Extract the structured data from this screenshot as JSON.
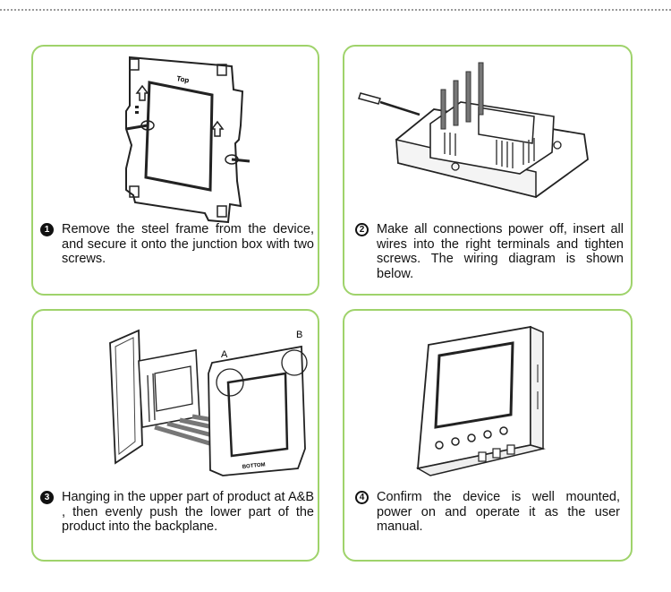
{
  "steps": [
    {
      "number": "1",
      "text": "Remove the steel frame from the device, and secure it onto the junction box with two screws."
    },
    {
      "number": "2",
      "text": "Make all connections power off, insert all wires into the right terminals and tighten screws. The wiring diagram is shown below."
    },
    {
      "number": "3",
      "text": "Hanging in the upper part of product at A&B , then evenly push the lower part of the product into the backplane."
    },
    {
      "number": "4",
      "text": "Confirm the device is well mounted, power on and operate it as the user manual."
    }
  ],
  "illustration_labels": {
    "frame_top": "Top",
    "frame_bottom": "BOTTOM",
    "point_a": "A",
    "point_b": "B"
  }
}
